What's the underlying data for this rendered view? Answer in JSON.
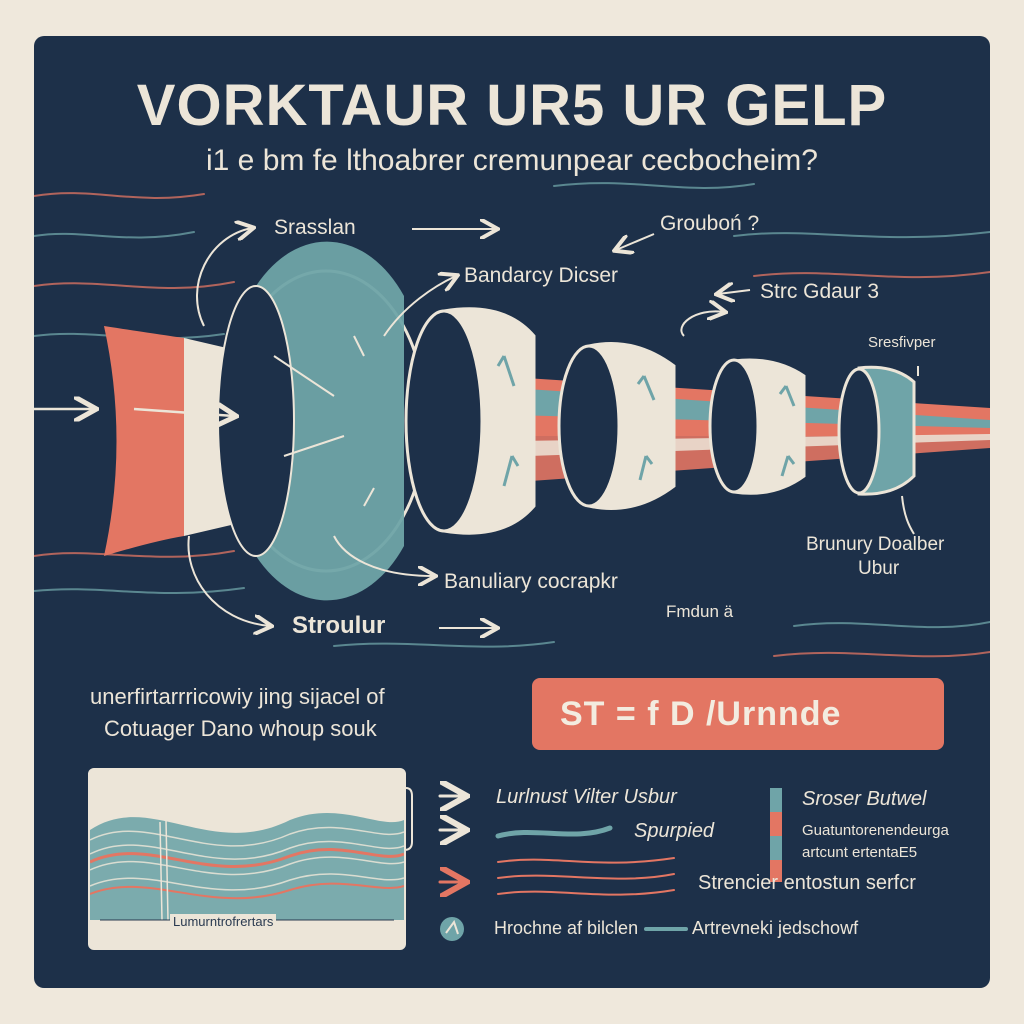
{
  "title": "VORKTAUR UR5 UR GELP",
  "subtitle": "i1 e bm fe lthoabrer cremunpear cecbocheim?",
  "labels": {
    "top_left": "Srasslan",
    "top_mid": "Bandarcy Dicser",
    "top_right": "Grouboń ?",
    "right_upper": "Strc Gdaur 3",
    "far_right": "Sresfivper",
    "right_lower_1": "Brunury Doalber",
    "right_lower_2": "Ubur",
    "bottom_mid": "Banuliary cocrapkr",
    "bottom_left": "Stroulur",
    "bottom_right": "Fmdun ä"
  },
  "formula": "ST = f D /Urnnde",
  "note": {
    "line1": "unerfirtarrricowiy jing sijacel of",
    "line2": "Cotuager Dano whoup souk"
  },
  "inset": {
    "caption": "Lumurntrofrertars"
  },
  "legend": {
    "row1": "Lurlnust Vilter Usbur",
    "row2": "Spurpied",
    "row3": "Strencier entostun serfcr",
    "row4_left": "Hrochne af bilclen",
    "row4_right": "Artrevneki jedschowf",
    "side_title": "Sroser Butwel",
    "side_line1": "Guatuntorenendeurga",
    "side_line2": "artcunt ertentaE5"
  },
  "colors": {
    "background": "#1d3049",
    "cream": "#ece5d8",
    "coral": "#e37663",
    "teal": "#6fa4a8"
  }
}
